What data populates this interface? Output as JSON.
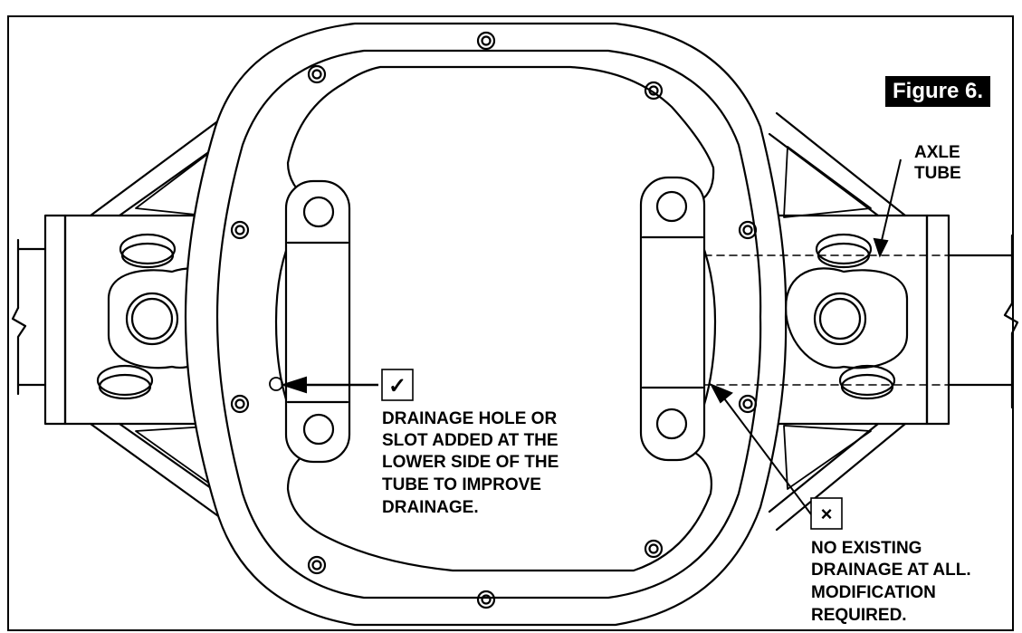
{
  "figure_label": "Figure 6.",
  "callouts": {
    "axle_tube": [
      "AXLE",
      "TUBE"
    ],
    "drainage_added": {
      "marker": "✓",
      "lines": [
        "DRAINAGE HOLE OR",
        "SLOT ADDED AT THE",
        "LOWER SIDE OF THE",
        "TUBE TO IMPROVE",
        "DRAINAGE."
      ]
    },
    "no_drainage": {
      "marker": "×",
      "lines": [
        "NO EXISTING",
        "DRAINAGE AT ALL.",
        "MODIFICATION",
        "REQUIRED."
      ]
    }
  },
  "colors": {
    "ink": "#000000",
    "paper": "#ffffff"
  }
}
